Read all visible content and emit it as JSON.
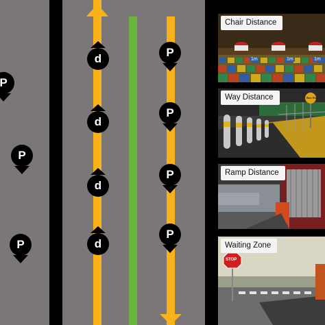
{
  "markers": [
    {
      "letter": "P",
      "type": "pedestrian",
      "lane": "left"
    },
    {
      "letter": "P",
      "type": "pedestrian",
      "lane": "left"
    },
    {
      "letter": "P",
      "type": "pedestrian",
      "lane": "left"
    },
    {
      "letter": "d",
      "type": "driver",
      "lane": "center-left"
    },
    {
      "letter": "d",
      "type": "driver",
      "lane": "center-left"
    },
    {
      "letter": "d",
      "type": "driver",
      "lane": "center-left"
    },
    {
      "letter": "d",
      "type": "driver",
      "lane": "center-left"
    },
    {
      "letter": "P",
      "type": "pedestrian",
      "lane": "center-right"
    },
    {
      "letter": "P",
      "type": "pedestrian",
      "lane": "center-right"
    },
    {
      "letter": "P",
      "type": "pedestrian",
      "lane": "center-right"
    },
    {
      "letter": "P",
      "type": "pedestrian",
      "lane": "center-right"
    }
  ],
  "panels": [
    {
      "label": "Chair Distance",
      "scene": "chair-distance",
      "floor_tags": [
        "1m",
        "1m",
        "1m"
      ]
    },
    {
      "label": "Way Distance",
      "scene": "way-distance",
      "sign_text": "Bus Stop"
    },
    {
      "label": "Ramp Distance",
      "scene": "ramp-distance"
    },
    {
      "label": "Waiting Zone",
      "scene": "waiting-zone",
      "sign_text": "STOP"
    }
  ],
  "colors": {
    "lane": "#7b7778",
    "background": "#000000",
    "yellow_line": "#f9b21a",
    "green_line": "#6ab43c",
    "marker": "#000000",
    "marker_text": "#ffffff",
    "label_bg": "#f4f4f4"
  }
}
